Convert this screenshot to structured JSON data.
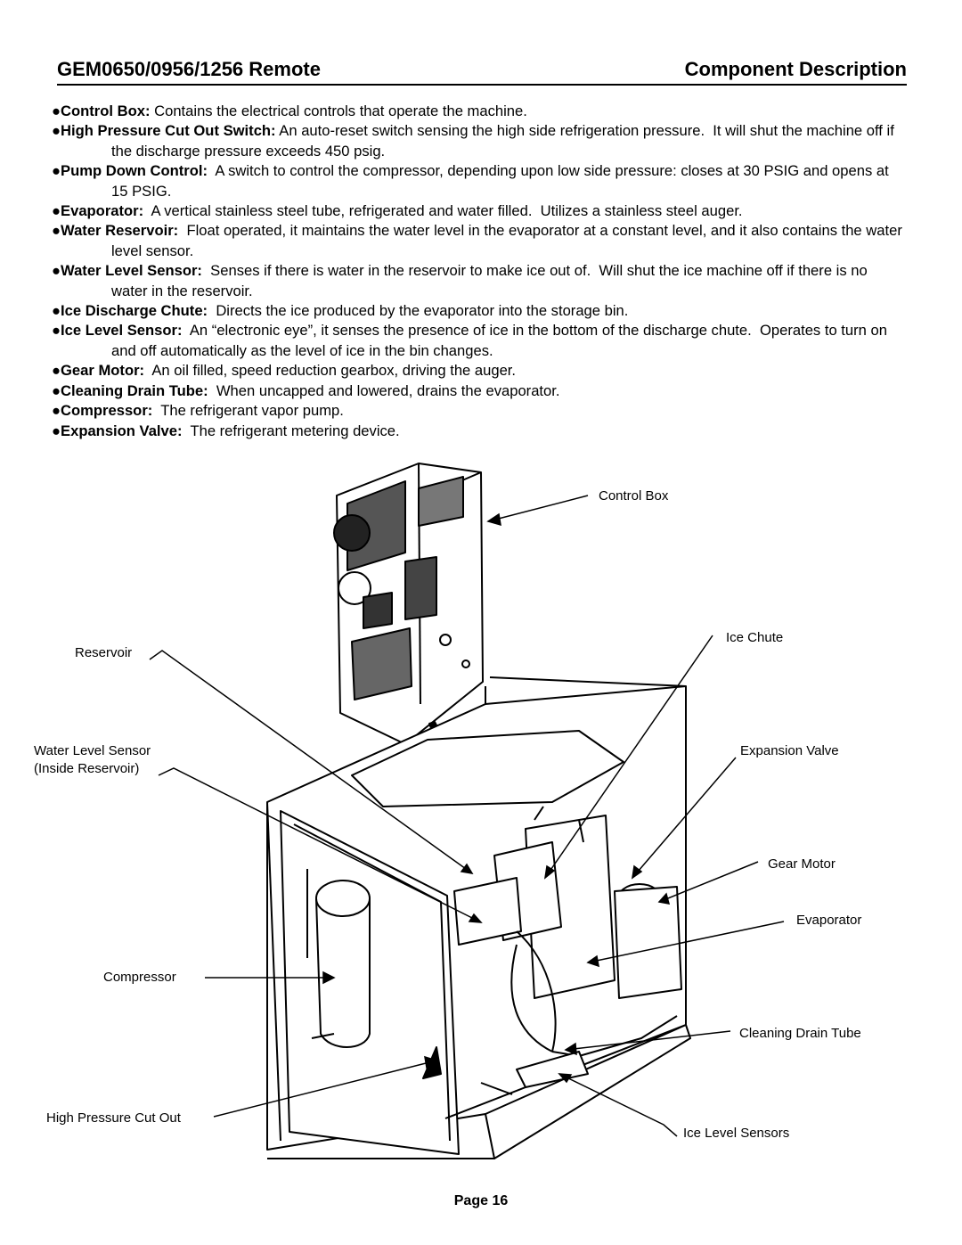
{
  "header": {
    "left": "GEM0650/0956/1256 Remote",
    "right": "Component Description"
  },
  "items": [
    {
      "term": "●Control Box:",
      "desc": " Contains the electrical controls that operate the machine."
    },
    {
      "term": "●High Pressure Cut Out Switch:",
      "desc": " An auto-reset switch sensing the high side refrigeration pressure.  It will shut the machine off if the discharge pressure exceeds 450 psig."
    },
    {
      "term": "●Pump Down Control:",
      "desc": "  A switch to control the compressor, depending upon low side pressure: closes at 30 PSIG and opens at 15 PSIG."
    },
    {
      "term": "●Evaporator:",
      "desc": "  A vertical stainless steel tube, refrigerated and water filled.  Utilizes a stainless steel auger."
    },
    {
      "term": "●Water Reservoir:",
      "desc": "  Float operated, it maintains the water level in the evaporator at a constant level, and it also contains the water level sensor."
    },
    {
      "term": "●Water Level Sensor:",
      "desc": "  Senses if there is water in the reservoir to make ice out of.  Will shut the ice machine off if there is no water in the reservoir."
    },
    {
      "term": "●Ice Discharge Chute:",
      "desc": "  Directs the ice produced by the evaporator into the storage bin."
    },
    {
      "term": "●Ice Level Sensor:",
      "desc": "  An “electronic eye”, it senses the presence of ice in the bottom of the discharge chute.  Operates to turn on and off automatically as the level of ice in the bin changes."
    },
    {
      "term": "●Gear Motor:",
      "desc": "  An oil filled, speed reduction gearbox, driving the auger."
    },
    {
      "term": "●Cleaning Drain Tube:",
      "desc": "  When uncapped and lowered, drains the evaporator."
    },
    {
      "term": "●Compressor:",
      "desc": "  The refrigerant vapor pump."
    },
    {
      "term": "●Expansion Valve:",
      "desc": "  The refrigerant metering device."
    }
  ],
  "diagram": {
    "labels": {
      "control_box": "Control Box",
      "reservoir": "Reservoir",
      "ice_chute": "Ice Chute",
      "water_level_sensor_1": "Water Level Sensor",
      "water_level_sensor_2": "(Inside Reservoir)",
      "expansion_valve": "Expansion Valve",
      "gear_motor": "Gear Motor",
      "evaporator": "Evaporator",
      "compressor": "Compressor",
      "cleaning_drain_tube": "Cleaning Drain Tube",
      "high_pressure_cut_out": "High Pressure Cut Out",
      "ice_level_sensors": "Ice Level Sensors"
    }
  },
  "footer": {
    "page": "Page 16"
  }
}
